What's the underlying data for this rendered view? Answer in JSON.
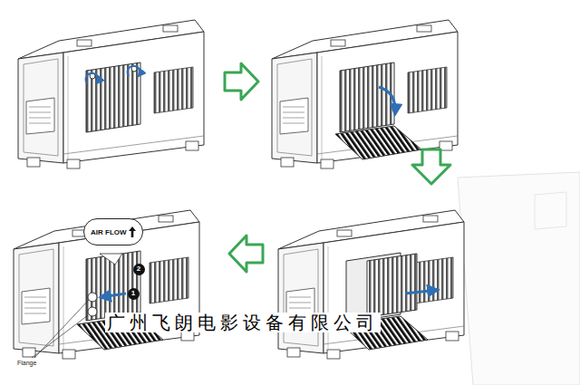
{
  "diagram": {
    "nodes": [
      {
        "text": [
          "AIR FLOW"
        ]
      },
      {
        "text": [
          "1"
        ]
      },
      {
        "text": [
          "2"
        ]
      }
    ],
    "labels": [
      "Flange",
      "广州飞朗电影设备有限公司"
    ]
  }
}
